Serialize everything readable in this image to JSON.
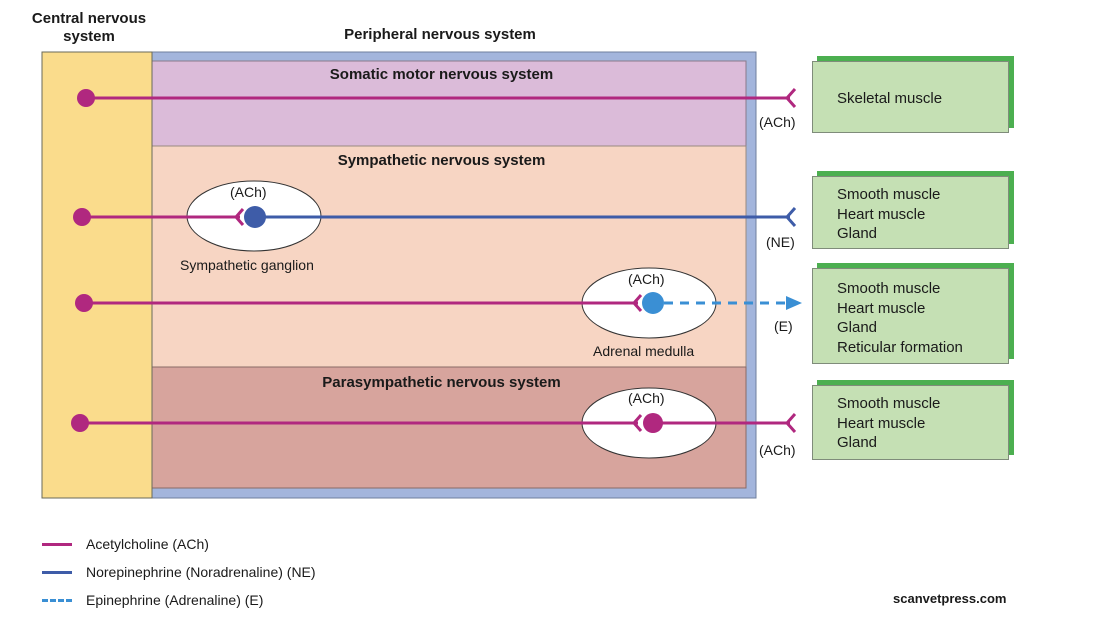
{
  "headers": {
    "cns": "Central nervous system",
    "pns": "Peripheral nervous system"
  },
  "sections": {
    "somatic": "Somatic motor nervous system",
    "sympathetic": "Sympathetic nervous system",
    "parasympathetic": "Parasympathetic nervous system"
  },
  "ganglia": {
    "symp_ganglion_neurotransmitter": "(ACh)",
    "symp_ganglion_label": "Sympathetic ganglion",
    "adrenal_neurotransmitter": "(ACh)",
    "adrenal_label": "Adrenal medulla",
    "parasym_neurotransmitter": "(ACh)"
  },
  "transmitters": {
    "somatic": "(ACh)",
    "sympathetic": "(NE)",
    "adrenal": "(E)",
    "parasympathetic": "(ACh)"
  },
  "targets": {
    "somatic": [
      "Skeletal muscle"
    ],
    "sympathetic": [
      "Smooth muscle",
      "Heart muscle",
      "Gland"
    ],
    "adrenal": [
      "Smooth muscle",
      "Heart muscle",
      "Gland",
      "Reticular formation"
    ],
    "parasympathetic": [
      "Smooth muscle",
      "Heart muscle",
      "Gland"
    ]
  },
  "legend": {
    "ach": "Acetylcholine (ACh)",
    "ne": "Norepinephrine (Noradrenaline) (NE)",
    "e": "Epinephrine (Adrenaline) (E)"
  },
  "watermark": "scanvetpress.com",
  "colors": {
    "acetylcholine": "#b0287f",
    "norepinephrine": "#3e5ca8",
    "epinephrine": "#3a8fd4",
    "cns_fill": "#fadc8c",
    "pns_border": "#a3b5dc",
    "somatic_fill": "#dbbbd9",
    "sympathetic_fill": "#f7d5c3",
    "parasympathetic_fill": "#d7a49d",
    "target_fill": "#c5e0b4",
    "target_shadow": "#4caf50"
  }
}
